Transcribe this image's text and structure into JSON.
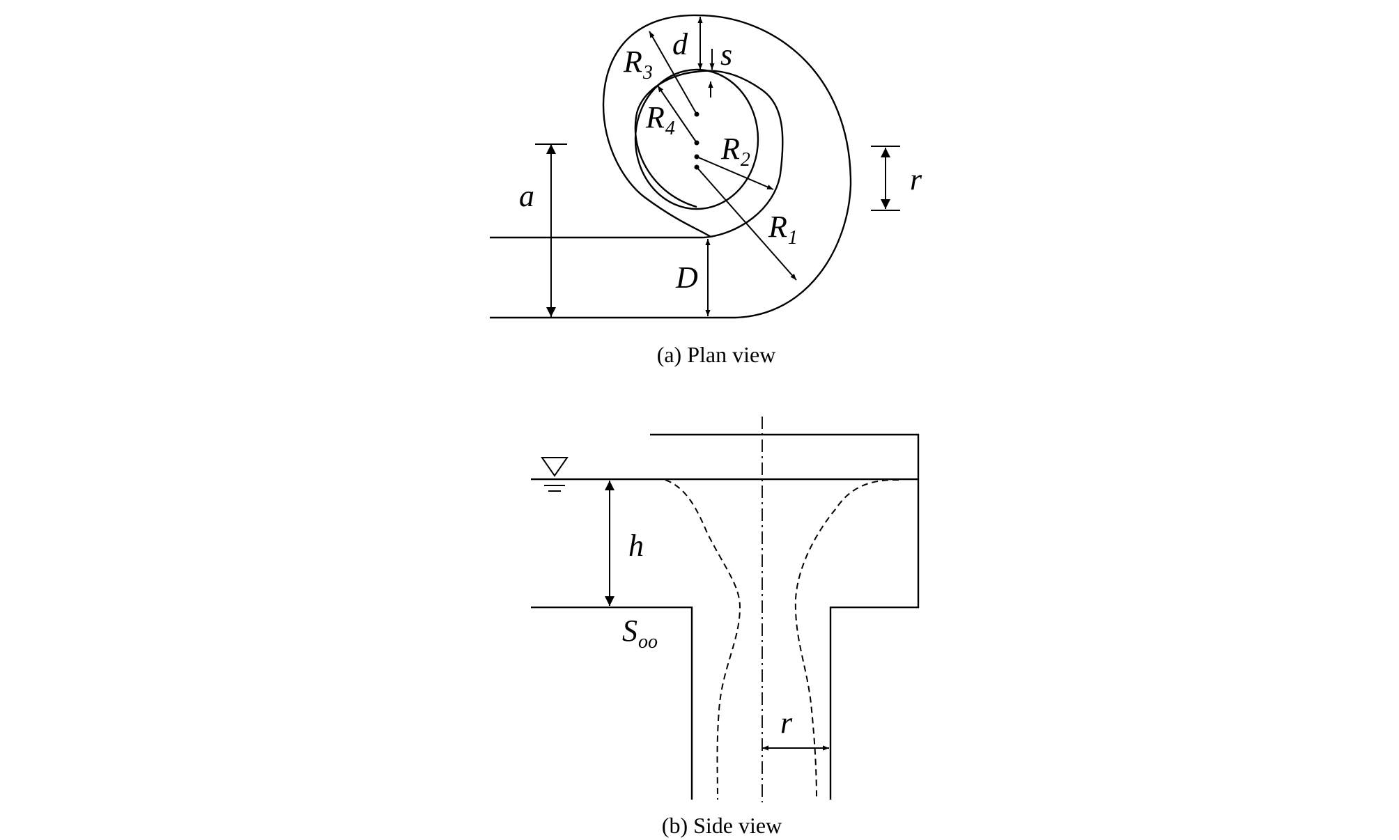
{
  "plan_view": {
    "caption": "(a) Plan view",
    "labels": {
      "R1": {
        "main": "R",
        "sub": "1"
      },
      "R2": {
        "main": "R",
        "sub": "2"
      },
      "R3": {
        "main": "R",
        "sub": "3"
      },
      "R4": {
        "main": "R",
        "sub": "4"
      },
      "a": "a",
      "d": "d",
      "s": "s",
      "D": "D",
      "r": "r"
    }
  },
  "side_view": {
    "caption": "(b) Side view",
    "labels": {
      "h": "h",
      "S": {
        "main": "S",
        "sub": "oo"
      },
      "r": "r"
    }
  }
}
